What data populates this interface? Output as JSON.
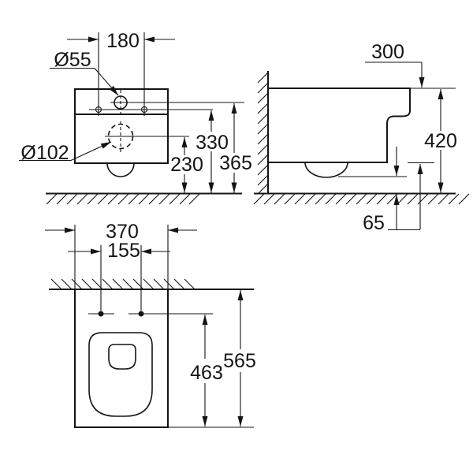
{
  "drawing": {
    "type": "technical-dimension-drawing",
    "unit": "mm",
    "views": {
      "rear": {
        "dims": {
          "hole_spacing": "180",
          "inlet_diameter": "Ø55",
          "outlet_diameter": "Ø102",
          "outlet_height": "230",
          "holes_height": "330",
          "inlet_height": "365"
        }
      },
      "side": {
        "dims": {
          "top_depth": "300",
          "total_height": "420",
          "floor_clearance": "65"
        }
      },
      "plan": {
        "dims": {
          "width": "370",
          "fixing_hole_spacing": "155",
          "holes_to_front": "463",
          "depth": "565"
        }
      }
    }
  }
}
